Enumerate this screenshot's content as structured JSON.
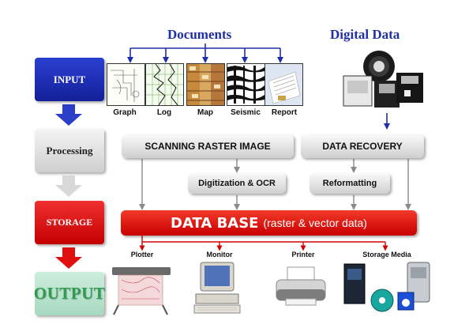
{
  "titles": {
    "documents": "Documents",
    "digital_data": "Digital Data"
  },
  "stages": {
    "input": "INPUT",
    "processing": "Processing",
    "storage": "STORAGE",
    "output": "OUTPUT"
  },
  "documents": [
    "Graph",
    "Log",
    "Map",
    "Seismic",
    "Report"
  ],
  "process": {
    "scanning": "SCANNING RASTER IMAGE",
    "recovery": "DATA RECOVERY",
    "digitization": "Digitization & OCR",
    "reformatting": "Reformatting"
  },
  "database": {
    "main": "DATA BASE",
    "sub": "(raster & vector data)"
  },
  "outputs": [
    "Plotter",
    "Monitor",
    "Printer",
    "Storage Media"
  ],
  "colors": {
    "blue_title": "#1f2fa8",
    "arrow_blue": "#1f2fa8",
    "arrow_red": "#d40000",
    "arrow_gray": "#8a8a8a"
  }
}
